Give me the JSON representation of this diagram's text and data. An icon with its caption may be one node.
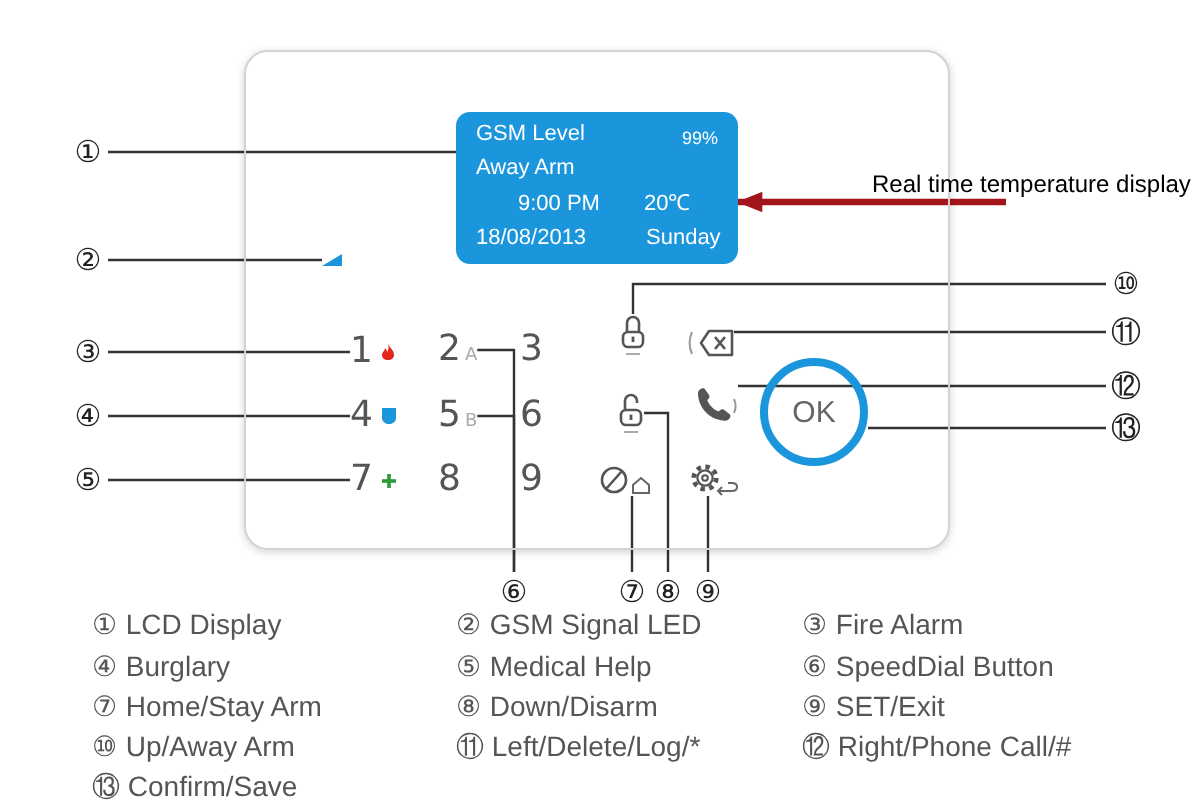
{
  "diagram": {
    "nodes": [
      {
        "text": [],
        "shape": "box"
      },
      {
        "text": [
          "GSM Level",
          "99%",
          "Away Arm",
          "9:00 PM",
          "20℃",
          "18/08/2013",
          "Sunday"
        ],
        "in": 0
      },
      {
        "text": [
          "①"
        ]
      },
      {
        "text": [
          "②"
        ]
      },
      {
        "text": [],
        "shape": "triangle",
        "in": 0
      },
      {
        "text": [
          "③"
        ]
      },
      {
        "text": [
          "1"
        ],
        "in": 0
      },
      {
        "text": [
          "④"
        ]
      },
      {
        "text": [
          "4"
        ],
        "in": 0
      },
      {
        "text": [
          "⑤"
        ]
      },
      {
        "text": [
          "7"
        ],
        "in": 0
      },
      {
        "text": [
          "2",
          "A"
        ],
        "in": 0
      },
      {
        "text": [
          "5",
          "B"
        ],
        "in": 0
      },
      {
        "text": [
          "⑥"
        ]
      },
      {
        "text": [],
        "shape": "picture",
        "in": 0
      },
      {
        "text": [
          "⑩"
        ]
      },
      {
        "text": [],
        "shape": "picture",
        "in": 0
      },
      {
        "text": [
          "⑪"
        ]
      },
      {
        "text": [],
        "shape": "picture",
        "in": 0
      },
      {
        "text": [
          "⑫"
        ]
      },
      {
        "text": [
          "OK"
        ],
        "in": 0
      },
      {
        "text": [
          "⑬"
        ]
      },
      {
        "text": [],
        "shape": "picture",
        "in": 0
      },
      {
        "text": [],
        "shape": "picture",
        "in": 0
      },
      {
        "text": [],
        "shape": "picture",
        "in": 0
      },
      {
        "text": [
          "⑦"
        ]
      },
      {
        "text": [
          "⑧"
        ]
      },
      {
        "text": [
          "⑨"
        ]
      },
      {
        "text": [
          "Real time temperature display"
        ]
      }
    ],
    "edges": [
      {
        "from": 2,
        "to": 1,
        "arrow": "none"
      },
      {
        "from": 3,
        "to": 4,
        "arrow": "none"
      },
      {
        "from": 5,
        "to": 6,
        "arrow": "none"
      },
      {
        "from": 7,
        "to": 8,
        "arrow": "none"
      },
      {
        "from": 9,
        "to": 10,
        "arrow": "none"
      },
      {
        "from": 13,
        "to": 11,
        "arrow": "none"
      },
      {
        "from": 13,
        "to": 12,
        "arrow": "none"
      },
      {
        "from": 15,
        "to": 14,
        "arrow": "none"
      },
      {
        "from": 17,
        "to": 16,
        "arrow": "none"
      },
      {
        "from": 19,
        "to": 18,
        "arrow": "none"
      },
      {
        "from": 21,
        "to": 20,
        "arrow": "none"
      },
      {
        "from": 25,
        "to": 23,
        "arrow": "none"
      },
      {
        "from": 26,
        "to": 22,
        "arrow": "none"
      },
      {
        "from": 27,
        "to": 24,
        "arrow": "none"
      },
      {
        "from": 28,
        "to": 1,
        "arrow": "to",
        "style": "thick",
        "color": "#a3151b"
      }
    ],
    "labels": [
      "3",
      "6",
      "8",
      "9",
      "① LCD Display",
      "② GSM Signal LED",
      "③ Fire Alarm",
      "④ Burglary",
      "⑤ Medical Help",
      "⑥ SpeedDial Button",
      "⑦ Home/Stay Arm",
      "⑧ Down/Disarm",
      "⑨ SET/Exit",
      "⑩ Up/Away Arm",
      "⑪ Left/Delete/Log/*",
      "⑫ Right/Phone Call/#",
      "⑬ Confirm/Save"
    ]
  }
}
